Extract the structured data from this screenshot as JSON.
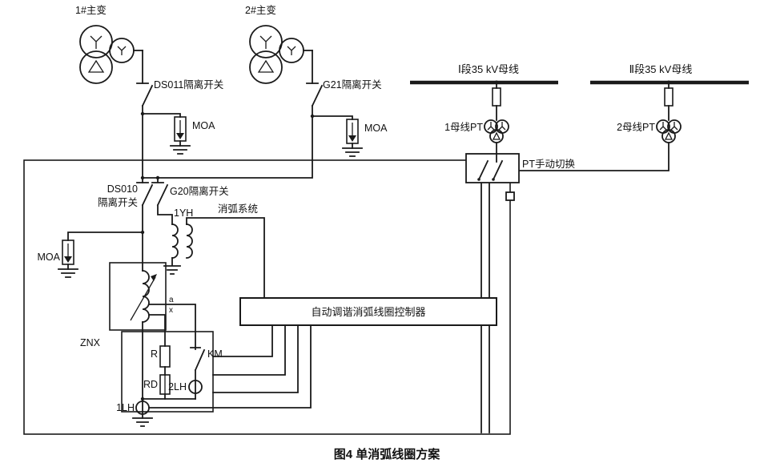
{
  "figure": {
    "caption": "图4  单消弧线圈方案"
  },
  "colors": {
    "ink": "#1a1a1a",
    "background": "#ffffff"
  },
  "transformers": {
    "t1_label": "1#主变",
    "t2_label": "2#主变"
  },
  "switchgear": {
    "ds011": "DS011隔离开关",
    "g21": "G21隔离开关",
    "ds010_line1": "DS010",
    "ds010_line2": "隔离开关",
    "g20": "G20隔离开关"
  },
  "arresters": {
    "moa_t1": "MOA",
    "moa_t2": "MOA",
    "moa_coil": "MOA"
  },
  "buses": {
    "bus1_label": "Ⅰ段35 kV母线",
    "bus2_label": "Ⅱ段35 kV母线"
  },
  "pt": {
    "bus1_pt": "1母线PT",
    "bus2_pt": "2母线PT",
    "manual_switch": "PT手动切换",
    "yh1": "1YH"
  },
  "arc_coil": {
    "znx": "ZNX",
    "terminal_a": "a",
    "terminal_x": "x",
    "r": "R",
    "km": "KM",
    "rd": "RD",
    "ct2": "2LH",
    "ct1": "1LH"
  },
  "system": {
    "arc_system": "消弧系统",
    "controller": "自动调谐消弧线圈控制器"
  }
}
